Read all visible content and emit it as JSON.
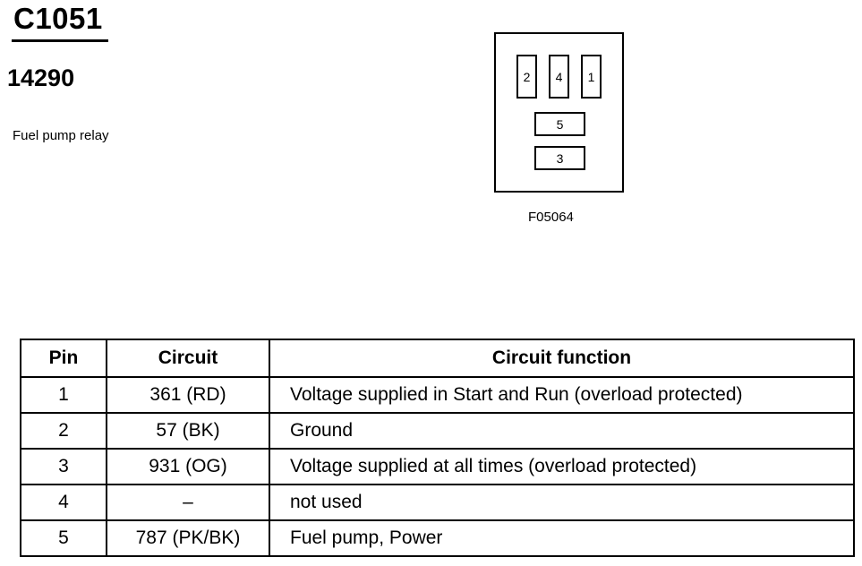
{
  "header": {
    "connector_id": "C1051",
    "part_number": "14290",
    "description": "Fuel pump relay"
  },
  "connector_view": {
    "pins": [
      "2",
      "4",
      "1",
      "5",
      "3"
    ],
    "figure_code": "F05064"
  },
  "table": {
    "headers": [
      "Pin",
      "Circuit",
      "Circuit function"
    ],
    "rows": [
      {
        "pin": "1",
        "circuit": "361 (RD)",
        "function": "Voltage supplied in Start and Run (overload protected)"
      },
      {
        "pin": "2",
        "circuit": "57 (BK)",
        "function": "Ground"
      },
      {
        "pin": "3",
        "circuit": "931 (OG)",
        "function": "Voltage supplied at all times (overload protected)"
      },
      {
        "pin": "4",
        "circuit": "–",
        "function": "not used"
      },
      {
        "pin": "5",
        "circuit": "787 (PK/BK)",
        "function": "Fuel pump, Power"
      }
    ]
  }
}
